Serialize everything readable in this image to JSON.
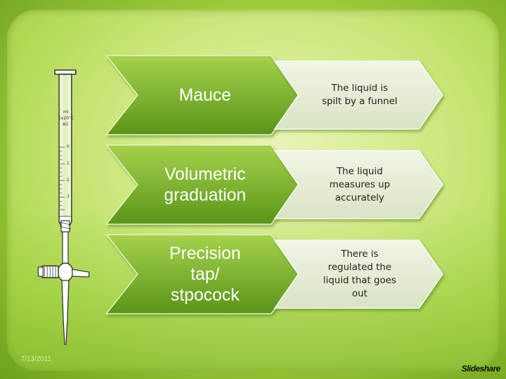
{
  "burette": {
    "labels": [
      "ml",
      "Ex20°C",
      "AS"
    ],
    "scale": [
      "0",
      "1",
      "2",
      "3"
    ]
  },
  "rows": [
    {
      "term": "Mauce",
      "description": "The liquid is\nspilt by a funnel"
    },
    {
      "term": "Volumetric\ngraduation",
      "description": "The liquid\nmeasures up\naccurately"
    },
    {
      "term": "Precision\ntap/\nstpocock",
      "description": "There is\nregulated the\nliquid that goes\nout"
    }
  ],
  "footer": {
    "date": "7/13/2011",
    "logo": "Slideshare"
  },
  "colors": {
    "dark_chevron_top": "#9ccc44",
    "dark_chevron_bottom": "#5f9a1c",
    "light_chevron": "#e4ecd2",
    "background": "#b7dc5a"
  }
}
